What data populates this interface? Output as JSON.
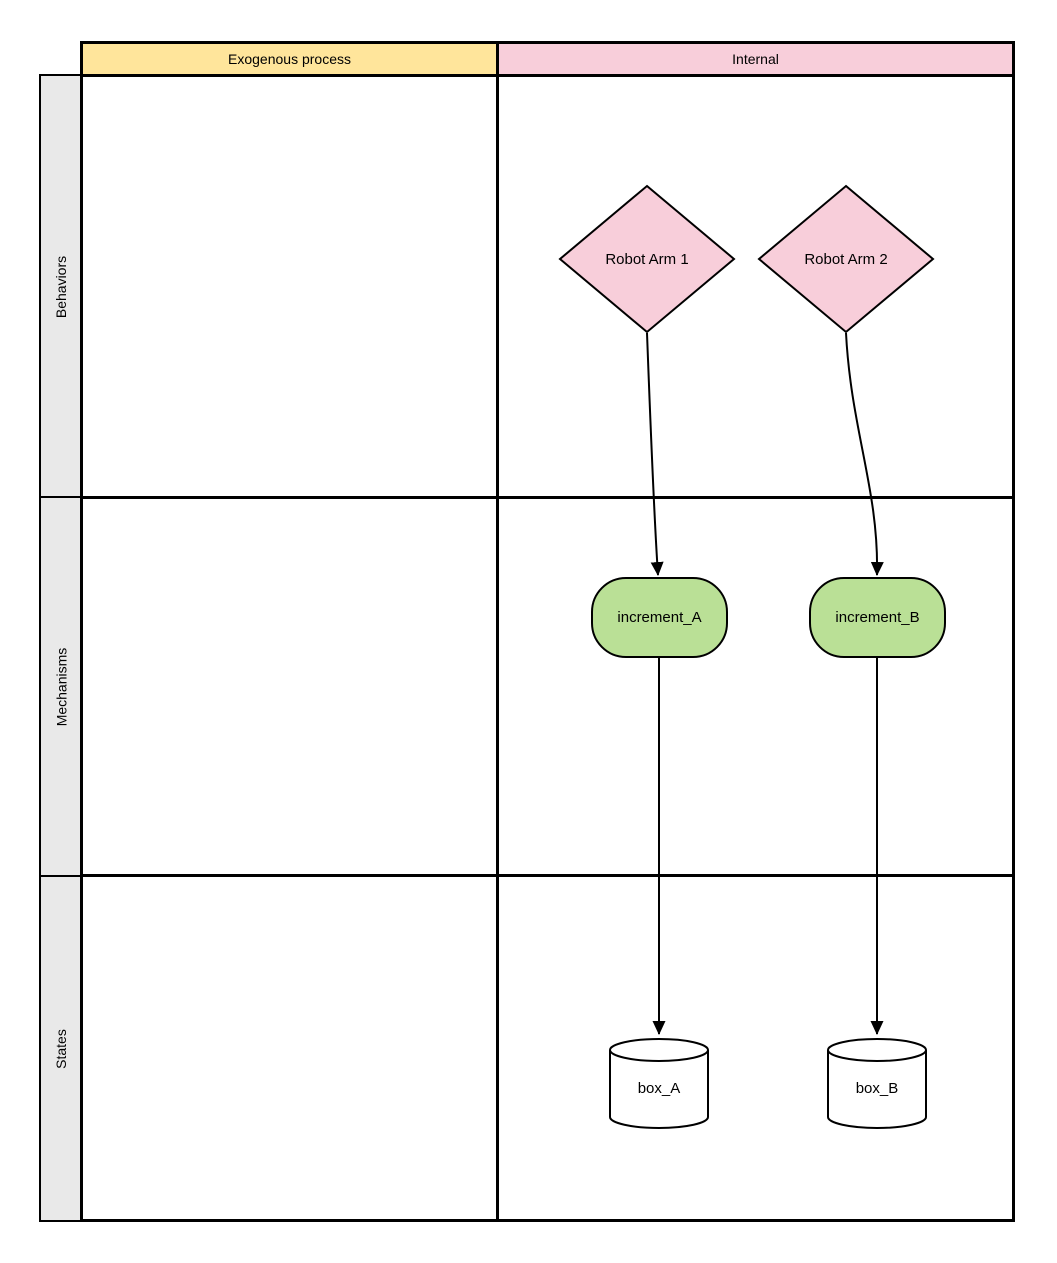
{
  "diagram": {
    "type": "swimlane-grid-flowchart",
    "column_headers": [
      {
        "label": "Exogenous process"
      },
      {
        "label": "Internal"
      }
    ],
    "row_headers": [
      {
        "label": "Behaviors"
      },
      {
        "label": "Mechanisms"
      },
      {
        "label": "States"
      }
    ],
    "nodes": {
      "robot_arm_1": {
        "label": "Robot Arm 1",
        "shape": "diamond",
        "row": "Behaviors",
        "column": "Internal"
      },
      "robot_arm_2": {
        "label": "Robot Arm 2",
        "shape": "diamond",
        "row": "Behaviors",
        "column": "Internal"
      },
      "increment_a": {
        "label": "increment_A",
        "shape": "rounded-rectangle",
        "row": "Mechanisms",
        "column": "Internal"
      },
      "increment_b": {
        "label": "increment_B",
        "shape": "rounded-rectangle",
        "row": "Mechanisms",
        "column": "Internal"
      },
      "box_a": {
        "label": "box_A",
        "shape": "cylinder",
        "row": "States",
        "column": "Internal"
      },
      "box_b": {
        "label": "box_B",
        "shape": "cylinder",
        "row": "States",
        "column": "Internal"
      }
    },
    "edges": [
      {
        "from": "Robot Arm 1",
        "to": "increment_A",
        "style": "arrow"
      },
      {
        "from": "Robot Arm 2",
        "to": "increment_B",
        "style": "arrow"
      },
      {
        "from": "increment_A",
        "to": "box_A",
        "style": "arrow"
      },
      {
        "from": "increment_B",
        "to": "box_B",
        "style": "arrow"
      }
    ]
  },
  "colors": {
    "header_yellow": "#FFE59B",
    "header_pink": "#F8CEDA",
    "diamond_pink": "#F8CEDA",
    "mechanism_green": "#BAE096",
    "lane_label_gray": "#E9E9E9",
    "cylinder_white": "#FFFFFF",
    "stroke_black": "#000000",
    "background": "#FFFFFF"
  }
}
